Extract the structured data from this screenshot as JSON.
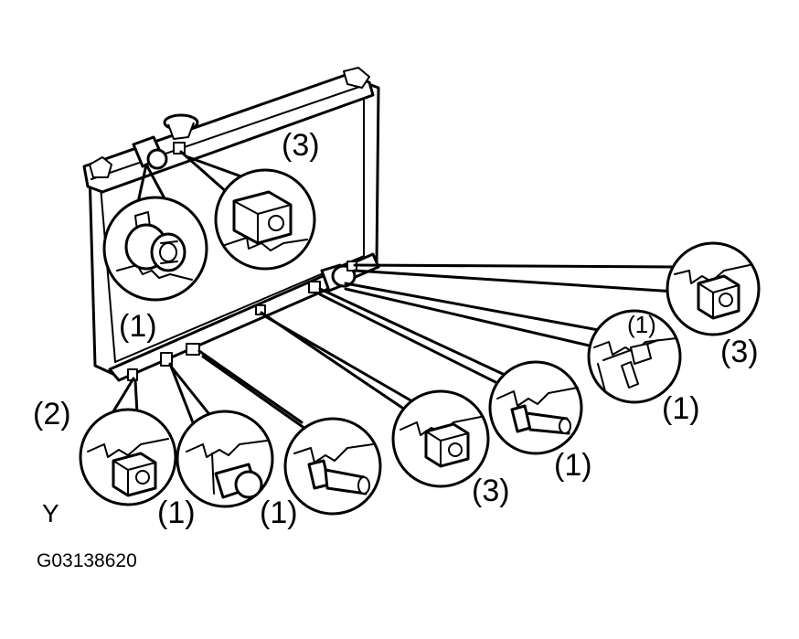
{
  "labels": {
    "c_top": "(3)",
    "c_left_mid": "(1)",
    "c_left_low": "(2)",
    "c_b1": "(1)",
    "c_b2": "(1)",
    "c_b3": "(3)",
    "c_b4": "(1)",
    "c_r1": "(1)",
    "c_r2": "(3)",
    "c_r_inner": "(1)"
  },
  "view_letter": "Y",
  "figure_code": "G03138620",
  "colors": {
    "ink": "#000000",
    "paper": "#ffffff"
  }
}
